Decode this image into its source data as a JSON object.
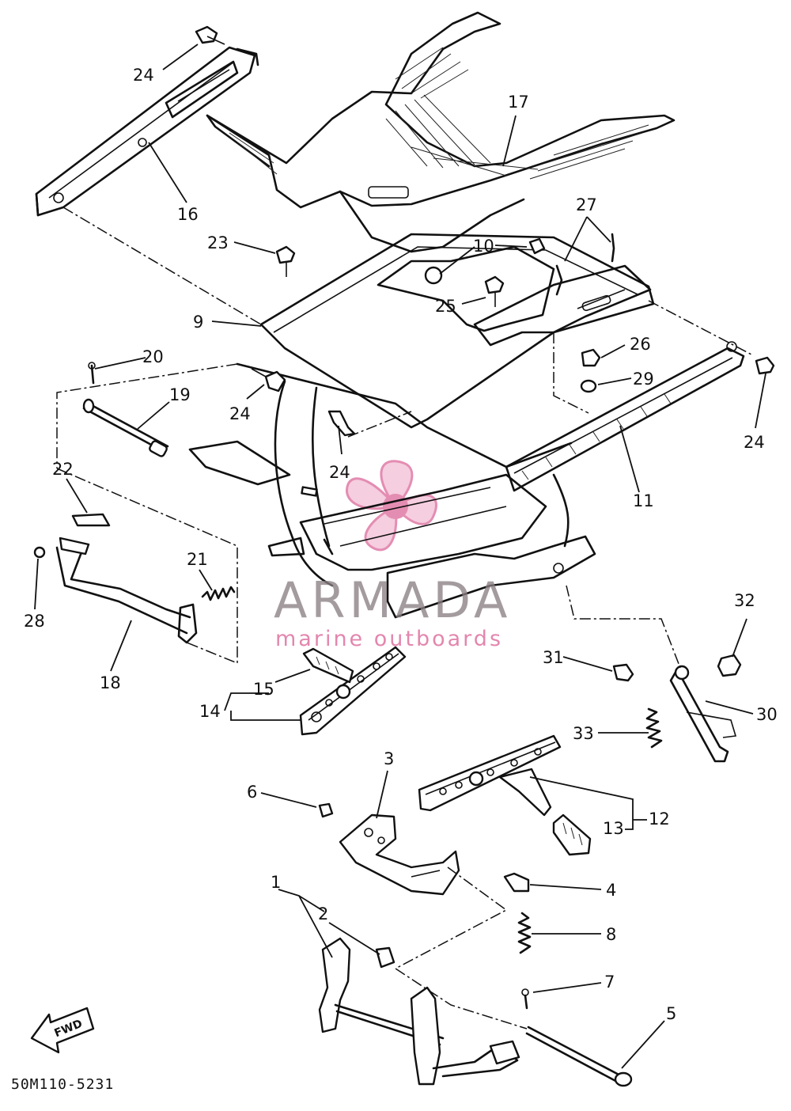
{
  "drawing_code": "50M110-5231",
  "direction_label": "FWD",
  "watermark": {
    "brand": "ARMADA",
    "tagline": "marine outboards",
    "accent_color": "#e07aa6",
    "text_color": "#8a7f84"
  },
  "callouts": [
    {
      "id": "c1",
      "text": "1"
    },
    {
      "id": "c2",
      "text": "2"
    },
    {
      "id": "c3",
      "text": "3"
    },
    {
      "id": "c4",
      "text": "4"
    },
    {
      "id": "c5",
      "text": "5"
    },
    {
      "id": "c6",
      "text": "6"
    },
    {
      "id": "c7",
      "text": "7"
    },
    {
      "id": "c8",
      "text": "8"
    },
    {
      "id": "c9",
      "text": "9"
    },
    {
      "id": "c10",
      "text": "10"
    },
    {
      "id": "c11",
      "text": "11"
    },
    {
      "id": "c12",
      "text": "12"
    },
    {
      "id": "c13",
      "text": "13"
    },
    {
      "id": "c14",
      "text": "14"
    },
    {
      "id": "c15",
      "text": "15"
    },
    {
      "id": "c16",
      "text": "16"
    },
    {
      "id": "c17",
      "text": "17"
    },
    {
      "id": "c18",
      "text": "18"
    },
    {
      "id": "c19",
      "text": "19"
    },
    {
      "id": "c20",
      "text": "20"
    },
    {
      "id": "c21",
      "text": "21"
    },
    {
      "id": "c22",
      "text": "22"
    },
    {
      "id": "c23",
      "text": "23"
    },
    {
      "id": "c24a",
      "text": "24"
    },
    {
      "id": "c24b",
      "text": "24"
    },
    {
      "id": "c24c",
      "text": "24"
    },
    {
      "id": "c24d",
      "text": "24"
    },
    {
      "id": "c25",
      "text": "25"
    },
    {
      "id": "c26",
      "text": "26"
    },
    {
      "id": "c27",
      "text": "27"
    },
    {
      "id": "c28",
      "text": "28"
    },
    {
      "id": "c29",
      "text": "29"
    },
    {
      "id": "c30",
      "text": "30"
    },
    {
      "id": "c31",
      "text": "31"
    },
    {
      "id": "c32",
      "text": "32"
    },
    {
      "id": "c33",
      "text": "33"
    }
  ]
}
